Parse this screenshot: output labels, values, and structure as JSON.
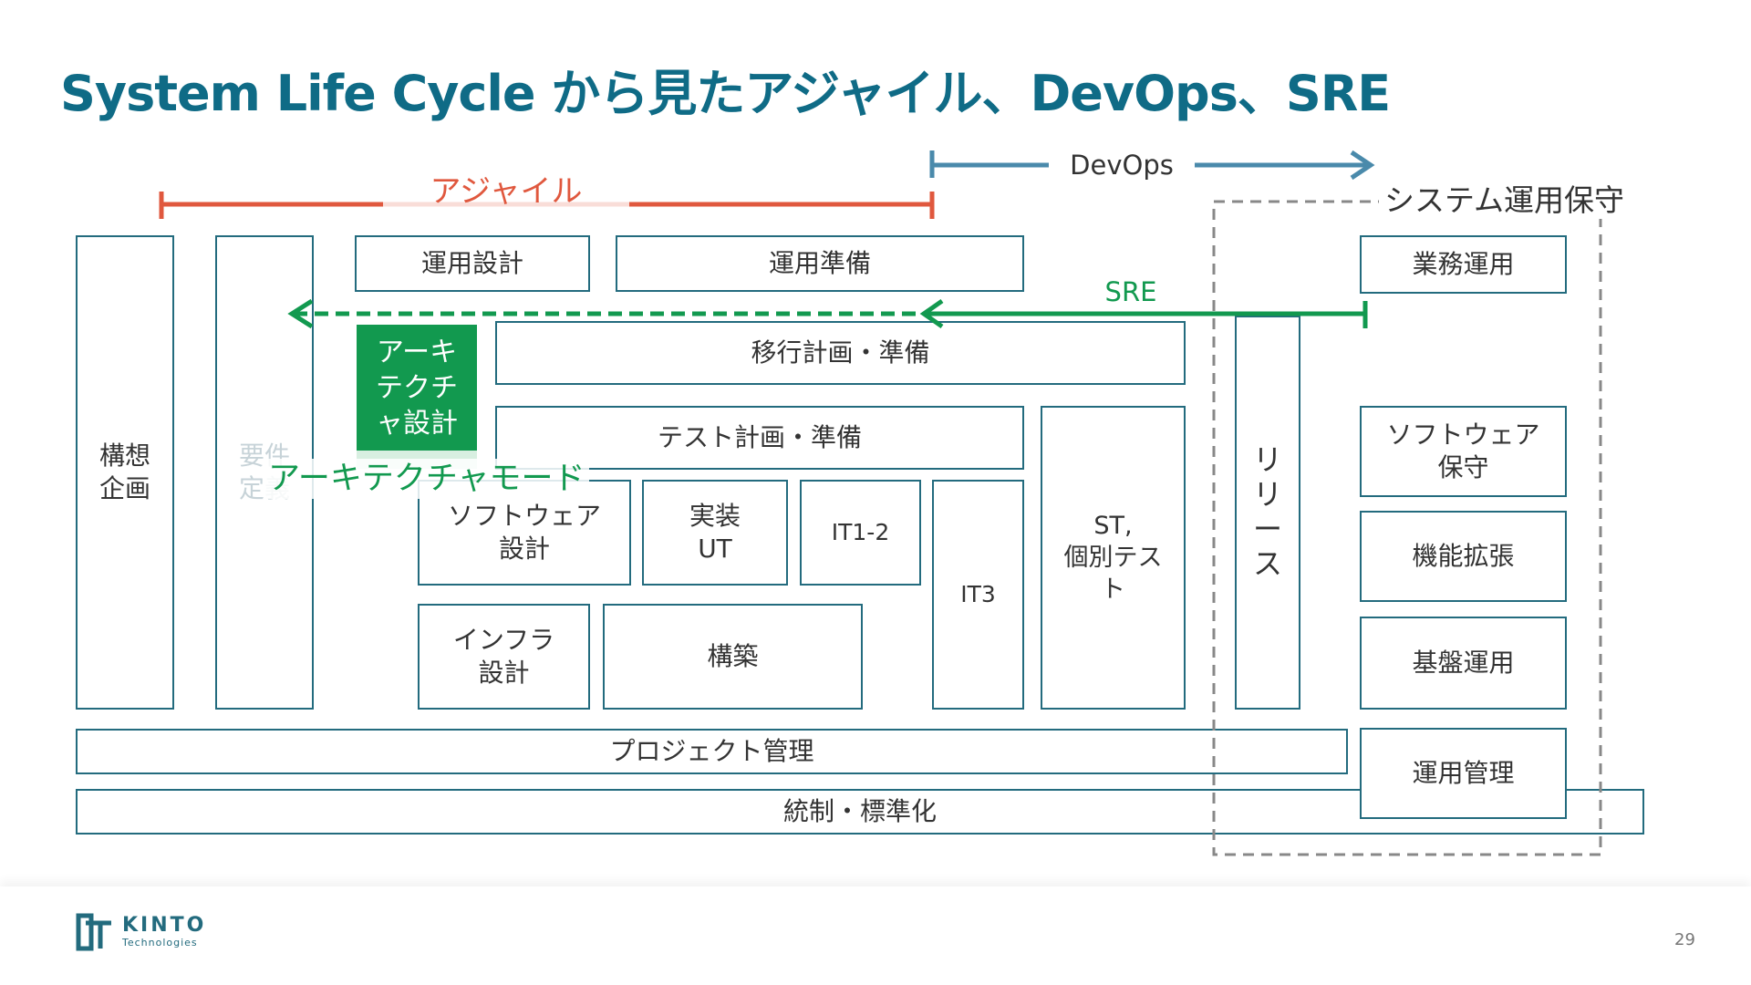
{
  "title": "System Life Cycle から見たアジャイル、DevOps、SRE",
  "labels": {
    "agile": "アジャイル",
    "devops": "DevOps",
    "sre": "SRE",
    "maintenance": "システム運用保守",
    "architecture_mode": "アーキテクチャモード",
    "architecture_design": "アーキ\nテクチ\nャ設計"
  },
  "boxes": {
    "concept": "構想\n企画",
    "requirements": "要件\n定義",
    "ops_design": "運用設計",
    "ops_prep": "運用準備",
    "migration": "移行計画・準備",
    "test_plan": "テスト計画・準備",
    "software_design": "ソフトウェア\n設計",
    "impl": "実装\nUT",
    "it12": "IT1-2",
    "it3": "IT3",
    "st": "ST,\n個別テス\nト",
    "infra_design": "インフラ\n設計",
    "build": "構築",
    "release": [
      "リ",
      "リ",
      "ー",
      "ス"
    ],
    "business_ops": "業務運用",
    "sw_maintenance": "ソフトウェア\n保守",
    "feature_ext": "機能拡張",
    "infra_ops": "基盤運用",
    "ops_mgmt": "運用管理",
    "project_mgmt": "プロジェクト管理",
    "governance": "統制・標準化"
  },
  "colors": {
    "title": "#0f6b86",
    "box_border": "#236b7e",
    "agile": "#e0583e",
    "devops": "#4a8aab",
    "sre": "#12994f",
    "maintenance_border": "#888888"
  },
  "footer": {
    "logo_main": "KINTO",
    "logo_sub": "Technologies",
    "page_number": "29"
  }
}
